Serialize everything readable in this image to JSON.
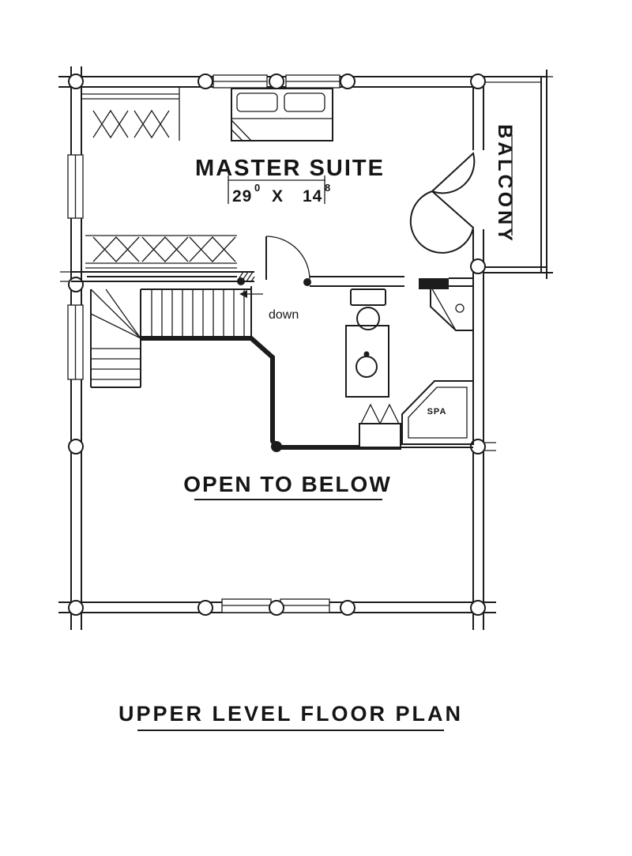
{
  "labels": {
    "master_suite": "MASTER SUITE",
    "dim_ft1": "29",
    "dim_in1": "0",
    "dim_sep": "X",
    "dim_ft2": "14",
    "dim_in2": "8",
    "balcony": "BALCONY",
    "down": "down",
    "spa": "SPA",
    "open_to_below": "OPEN TO BELOW",
    "title": "UPPER LEVEL FLOOR PLAN"
  },
  "colors": {
    "ink": "#1c1c1c",
    "paper": "#ffffff"
  }
}
